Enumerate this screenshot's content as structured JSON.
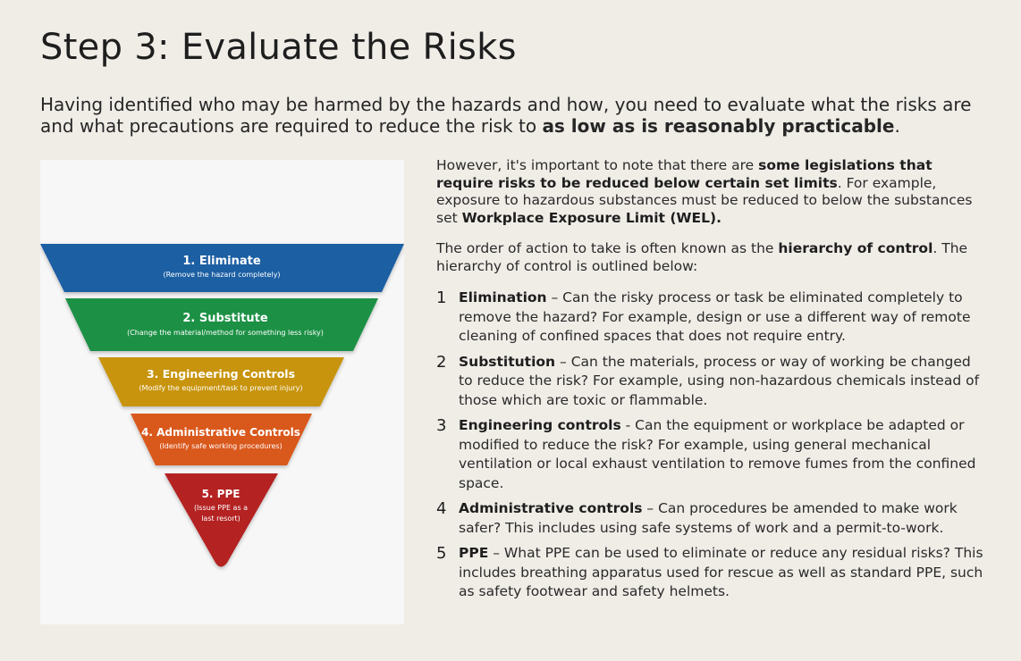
{
  "title": "Step 3: Evaluate the Risks",
  "intro": {
    "text": "Having identified who may be harmed by the hazards and how, you need to evaluate what the risks are and what precautions are required to reduce the risk to ",
    "bold": "as low as is reasonably practicable",
    "end": "."
  },
  "para1": {
    "text1": "However, it's important to note that there are ",
    "bold1": "some legislations that require risks to be reduced below certain set limits",
    "text2": ". For example, exposure to hazardous substances must be reduced to below the substances set ",
    "bold2": "Workplace Exposure Limit (WEL)."
  },
  "para2": {
    "text1": "The order of action to take is often known as the ",
    "bold1": "hierarchy of control",
    "text2": ". The hierarchy of control is outlined below:"
  },
  "hierarchy_list": [
    {
      "num": "1",
      "term": "Elimination",
      "desc": " – Can the risky process or task be eliminated completely to remove the hazard? For example, design or use a different way of remote cleaning of confined spaces that does not require entry."
    },
    {
      "num": "2",
      "term": "Substitution",
      "desc": " – Can the materials, process or way of working be changed to reduce the risk? For example, using non-hazardous chemicals instead of those which are toxic or flammable."
    },
    {
      "num": "3",
      "term": "Engineering controls",
      "desc": " - Can the equipment or workplace be adapted or modified to reduce the risk? For example, using general mechanical ventilation or local exhaust ventilation to remove fumes from the confined space."
    },
    {
      "num": "4",
      "term": "Administrative controls",
      "desc": " – Can procedures be amended to make work safer? This includes using safe systems of work and a permit-to-work."
    },
    {
      "num": "5",
      "term": "PPE",
      "desc": " – What PPE can be used to eliminate or reduce any residual risks? This includes breathing apparatus used for rescue as well as standard PPE, such as safety footwear and safety helmets."
    }
  ],
  "pyramid": [
    {
      "title": "1. Eliminate",
      "sub": "(Remove the hazard completely)",
      "color": "#1a5ea3"
    },
    {
      "title": "2. Substitute",
      "sub": "(Change the material/method for something less risky)",
      "color": "#1e9145"
    },
    {
      "title": "3. Engineering Controls",
      "sub": "(Modify the equipment/task to prevent injury)",
      "color": "#c8940e"
    },
    {
      "title": "4. Administrative Controls",
      "sub": "(Identify safe working procedures)",
      "color": "#d9581a"
    },
    {
      "title": "5. PPE",
      "sub1": "(Issue PPE as a",
      "sub2": "last resort)",
      "color": "#b42121"
    }
  ]
}
